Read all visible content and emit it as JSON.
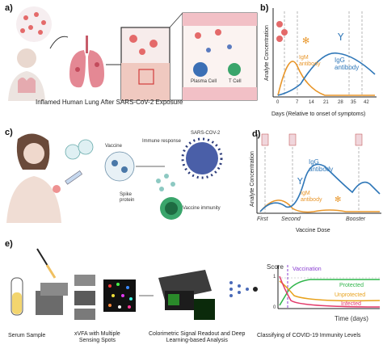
{
  "panels": {
    "a": {
      "letter": "a)",
      "caption": "Inflamed Human Lung After SARS-CoV-2 Exposure",
      "cell_labels": [
        "Plasma Cell",
        "T Cell"
      ]
    },
    "b": {
      "letter": "b)",
      "ylabel": "Analyte Concentration",
      "xlabel": "Days (Relative to onset of symptoms)",
      "ticks": [
        "0",
        "7",
        "14",
        "21",
        "28",
        "35",
        "42"
      ],
      "igm_label": "IgM\nantibody",
      "igg_label": "IgG\nantibody",
      "colors": {
        "igm": "#e8962a",
        "igg": "#2f77b8"
      }
    },
    "c": {
      "letter": "c)",
      "labels": {
        "vaccine": "Vaccine",
        "immune_response": "Immune response",
        "sars": "SARS-COV-2",
        "spike": "Spike\nprotein",
        "immunity": "Vaccine immunity"
      }
    },
    "d": {
      "letter": "d)",
      "ylabel": "Analyte Concentration",
      "xlabel": "Vaccine Dose",
      "ticks": [
        "First",
        "Second",
        "Booster"
      ],
      "igg_label": "IgG\nantibody",
      "igm_label": "IgM\nantibody"
    },
    "e": {
      "letter": "e)",
      "captions": {
        "serum": "Serum Sample",
        "xvfa": "xVFA with Multiple\nSensing Spots",
        "readout": "Colorimetric Signal Readout and Deep\nLearning-based Analysis",
        "classify": "Classifying of COVID-19 Immunity Levels"
      },
      "score_plot": {
        "ylabel": "Score",
        "yticks": [
          "1",
          "0"
        ],
        "xlabel": "Time (days)",
        "vaccination": "Vaccination",
        "protected": "Protected",
        "unprotected": "Unprotected",
        "infected": "Infected",
        "colors": {
          "vaccination": "#8a3fd1",
          "protected": "#2fb54a",
          "unprotected": "#e8a21c",
          "infected": "#e23a6a"
        }
      }
    }
  }
}
